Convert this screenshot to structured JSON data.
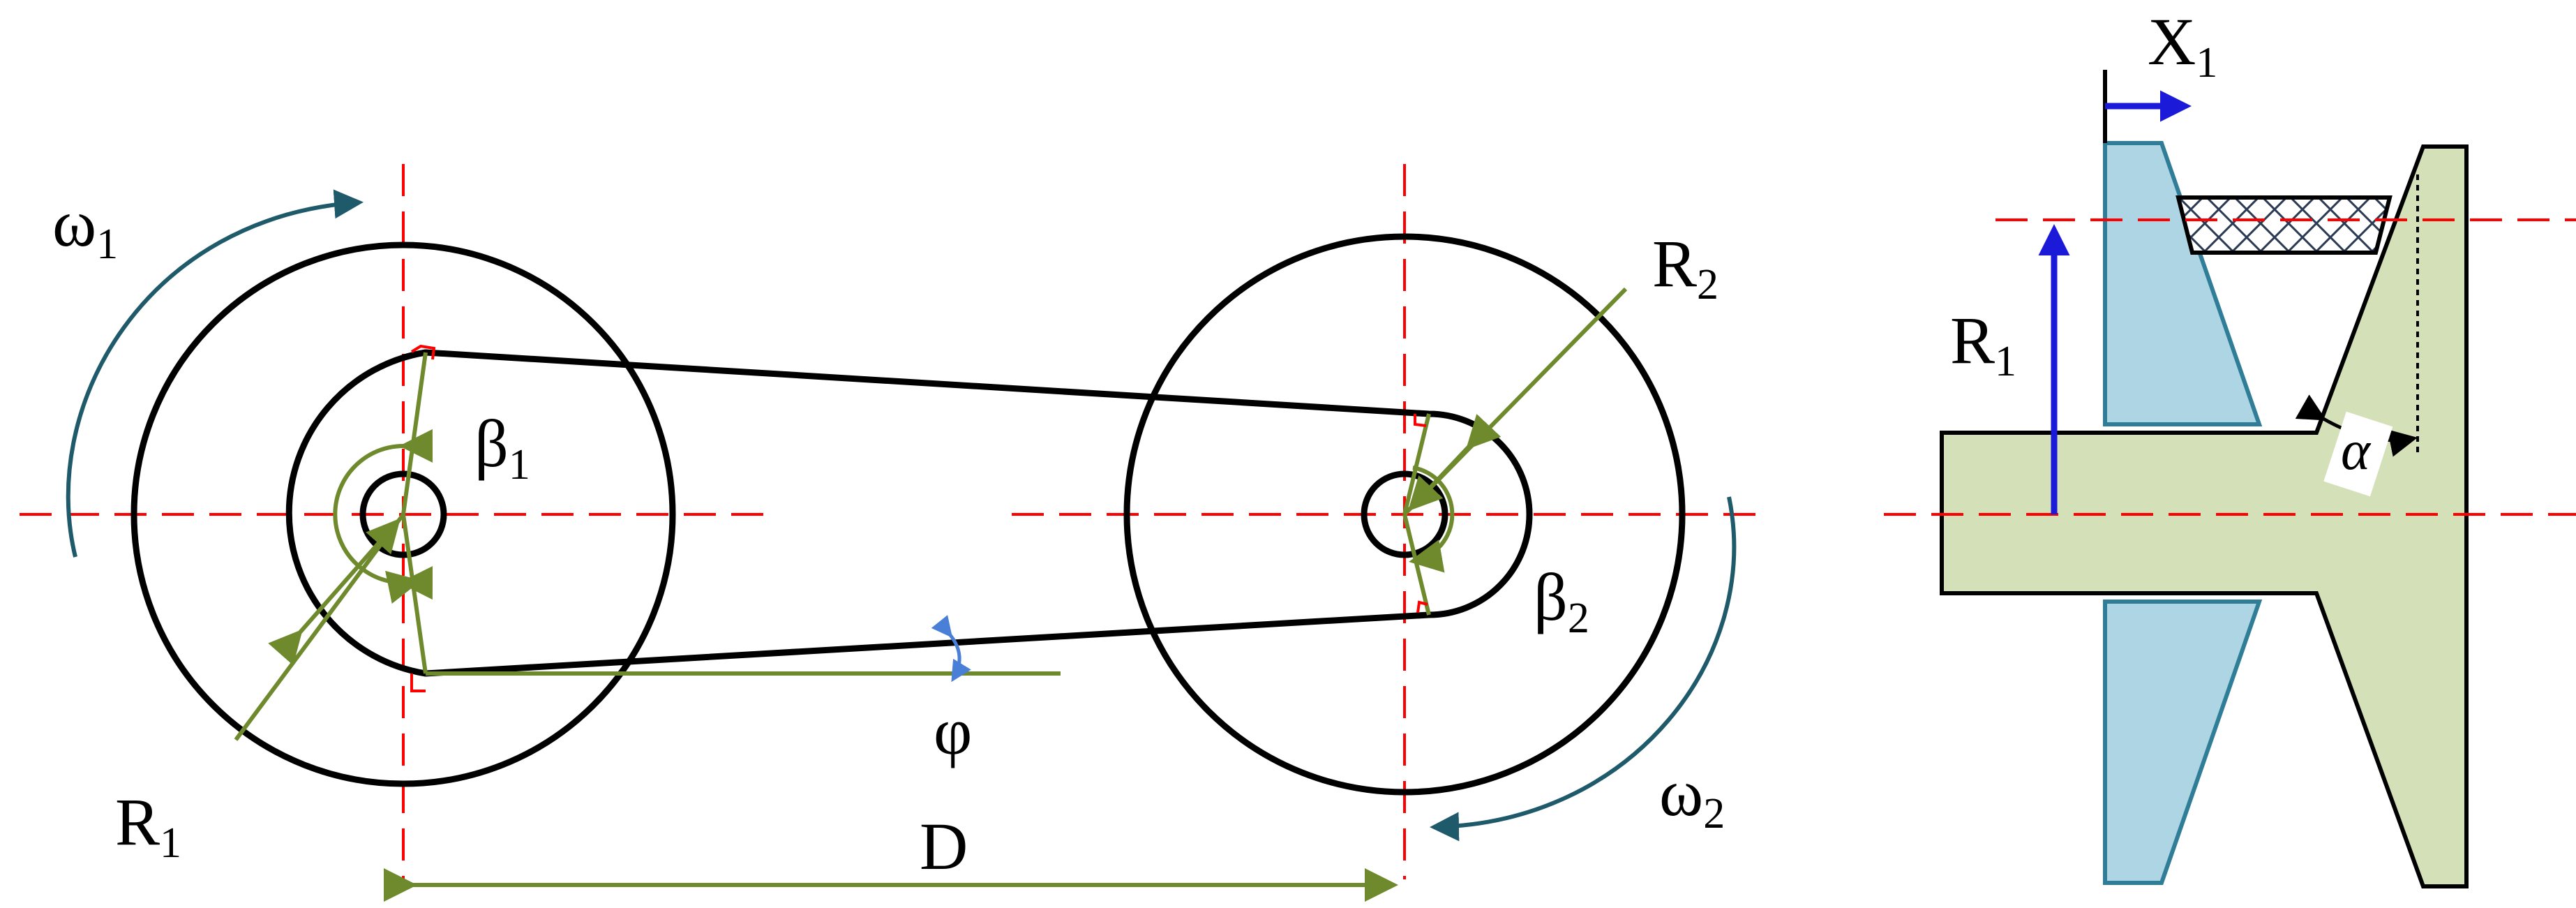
{
  "labels": {
    "omega1": "ω",
    "omega1_sub": "1",
    "omega2": "ω",
    "omega2_sub": "2",
    "beta1": "β",
    "beta1_sub": "1",
    "beta2": "β",
    "beta2_sub": "2",
    "r1_left": "R",
    "r1_left_sub": "1",
    "r2": "R",
    "r2_sub": "2",
    "phi": "φ",
    "d": "D",
    "x1": "X",
    "x1_sub": "1",
    "r1_right": "R",
    "r1_right_sub": "1",
    "alpha": "α"
  },
  "colors": {
    "centerline": "#ff0000",
    "outline": "#000000",
    "dimension": "#6f8a2d",
    "rotation": "#1f5a6b",
    "angle_phi": "#4a7fd8",
    "sheave_movable": "#add5e3",
    "sheave_fixed": "#d4e0b8",
    "arrow_blue": "#1a1ad8"
  }
}
